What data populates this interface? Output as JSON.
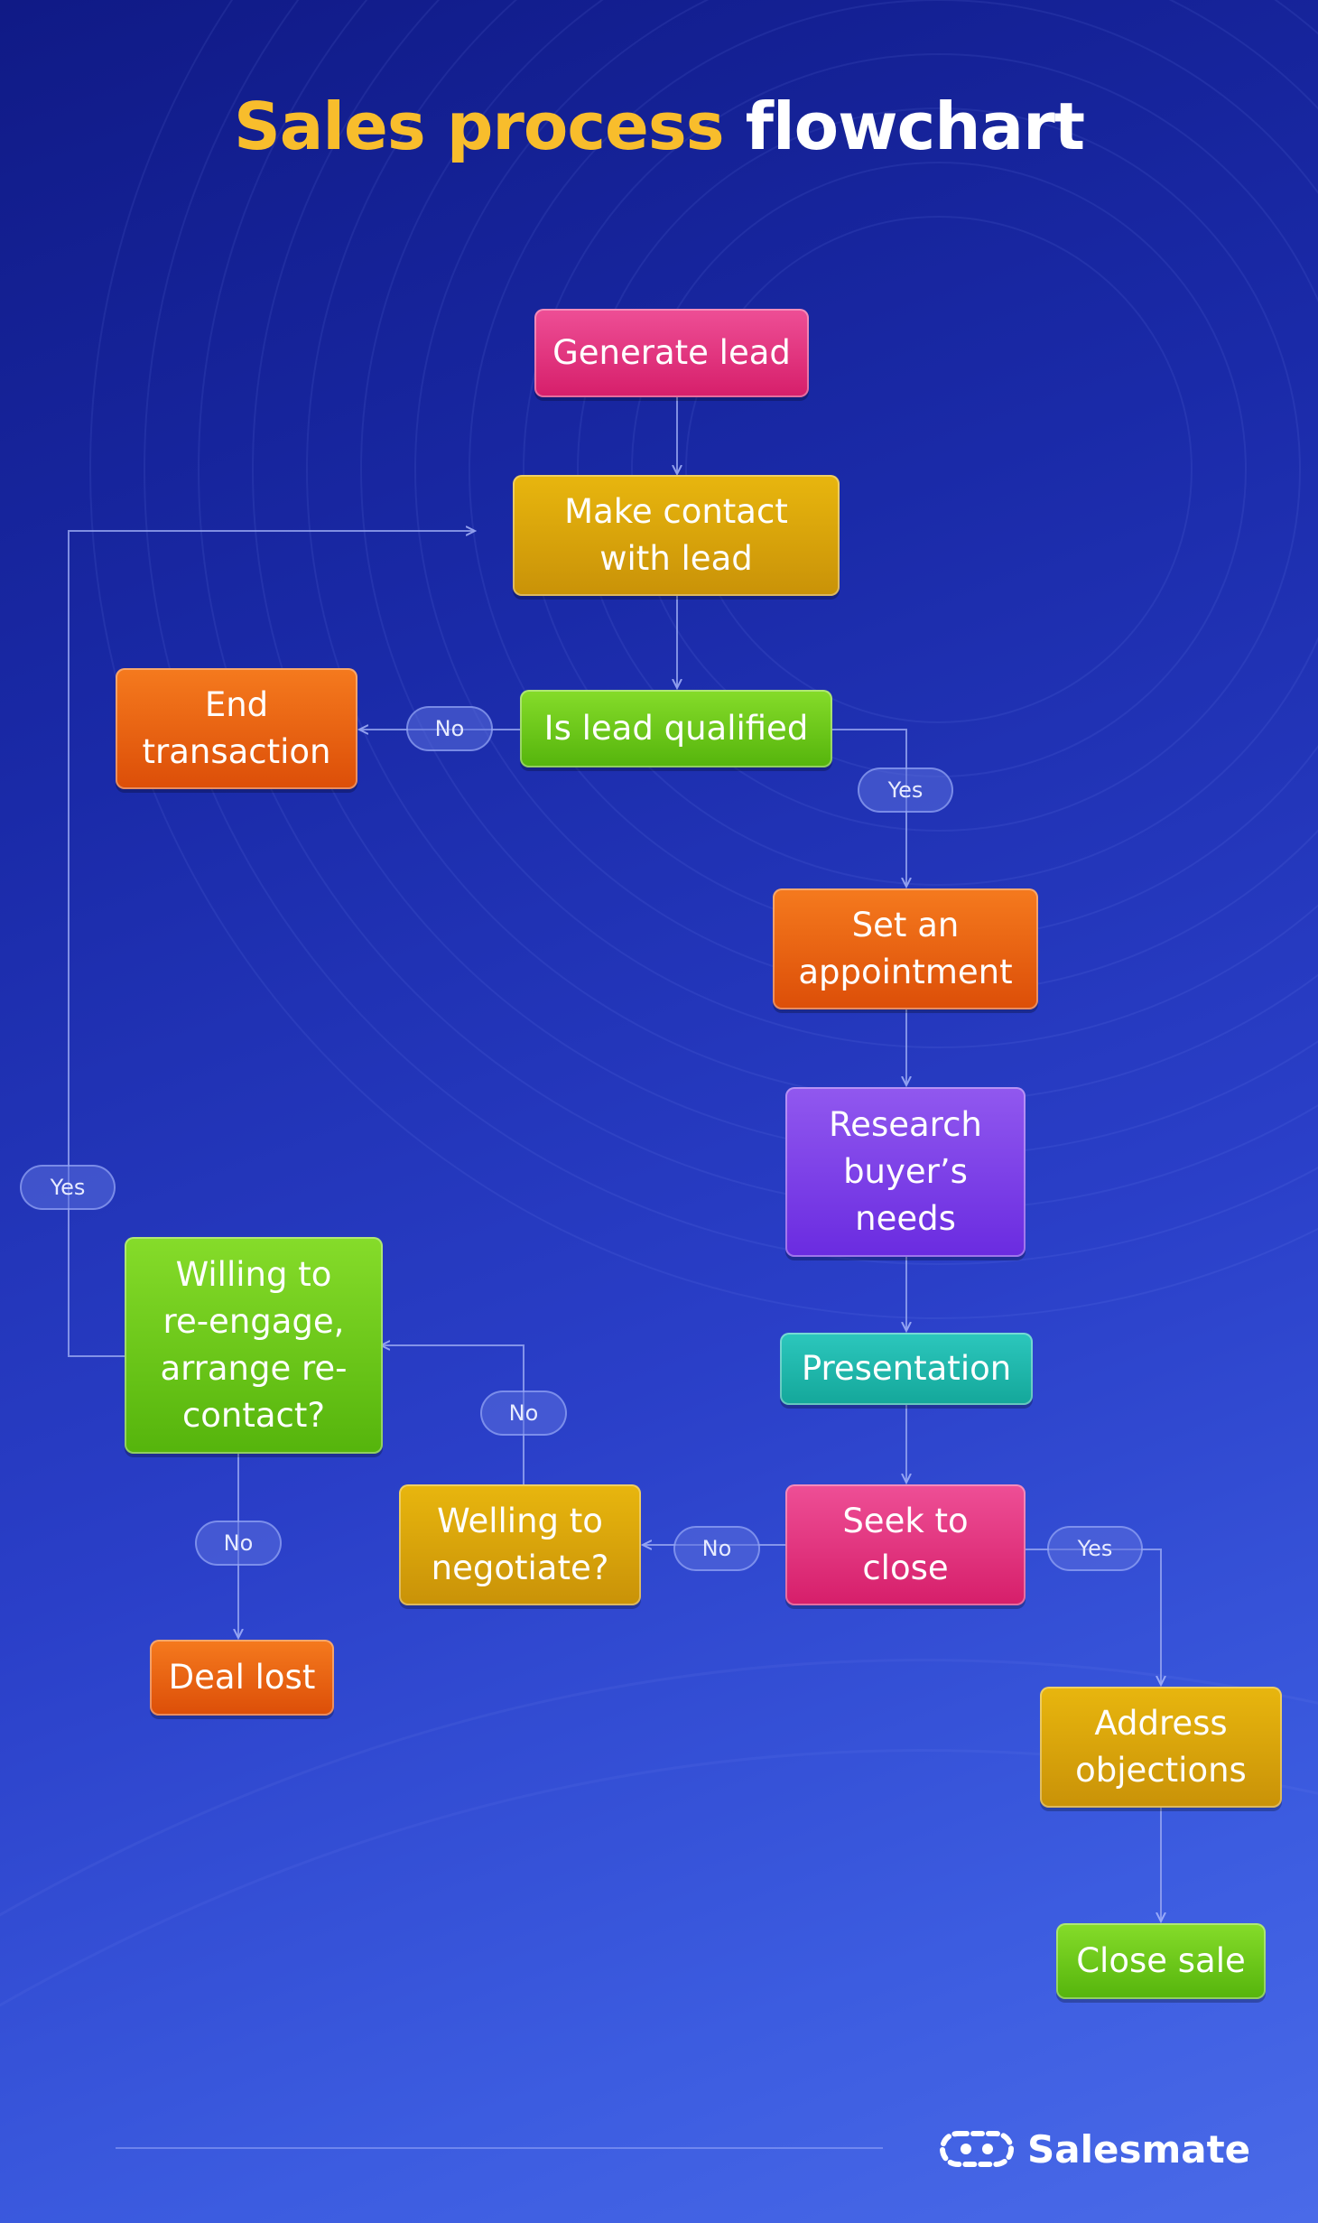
{
  "title": {
    "part1": "Sales process",
    "part2": "flowchart"
  },
  "nodes": {
    "generate_lead": "Generate lead",
    "make_contact": "Make contact with lead",
    "is_lead_qualified": "Is lead qualified",
    "end_transaction": "End transaction",
    "set_appointment": "Set an appointment",
    "research_needs": "Research buyer’s needs",
    "presentation": "Presentation",
    "seek_to_close": "Seek to close",
    "willing_negotiate": "Welling to negotiate?",
    "willing_reengage": "Willing to re-engage, arrange re-contact?",
    "deal_lost": "Deal lost",
    "address_objections": "Address objections",
    "close_sale": "Close sale"
  },
  "labels": {
    "no_qualified": "No",
    "yes_qualified": "Yes",
    "yes_reengage": "Yes",
    "no_negotiate": "No",
    "no_close": "No",
    "yes_close": "Yes",
    "no_reengage": "No"
  },
  "colors": {
    "pink": "#e0357c",
    "yellow": "#dba70c",
    "green": "#6cc81c",
    "orange": "#ea6414",
    "purple": "#7b40e8",
    "teal": "#1fb8ad",
    "title_accent": "#f8bd2c"
  },
  "brand": {
    "name": "Salesmate",
    "icon": "salesmate-logo-icon"
  }
}
